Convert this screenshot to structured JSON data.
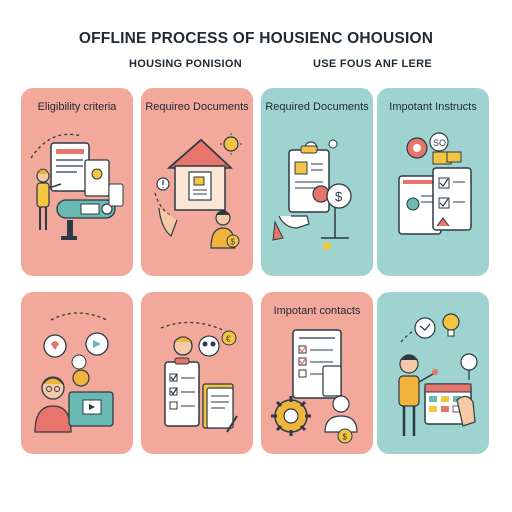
{
  "header": {
    "title": "OFFLINE PROCESS OF HOUSIENC OHOUSION",
    "subtitle_left": "HOUSING PONISION",
    "subtitle_right": "USE FOUS ANF LERE"
  },
  "cards": [
    {
      "label": "Eligibility criteria",
      "color": "#f2a99c",
      "icon": "person-at-form-board"
    },
    {
      "label": "Requireo Documents",
      "color": "#f2a99c",
      "icon": "house-document-icon"
    },
    {
      "label": "Required Documents",
      "color": "#9fd3cf",
      "icon": "clipboard-hand-icon"
    },
    {
      "label": "Impotant Instructs",
      "color": "#9fd3cf",
      "icon": "folder-checklist-icon"
    },
    {
      "label": "",
      "color": "#f2a99c",
      "icon": "people-conversation-icon"
    },
    {
      "label": "",
      "color": "#f2a99c",
      "icon": "clipboard-checklist-icon"
    },
    {
      "label": "Impotant contacts",
      "color": "#f2a99c",
      "icon": "gear-document-icon"
    },
    {
      "label": "",
      "color": "#9fd3cf",
      "icon": "person-calendar-icon"
    }
  ]
}
